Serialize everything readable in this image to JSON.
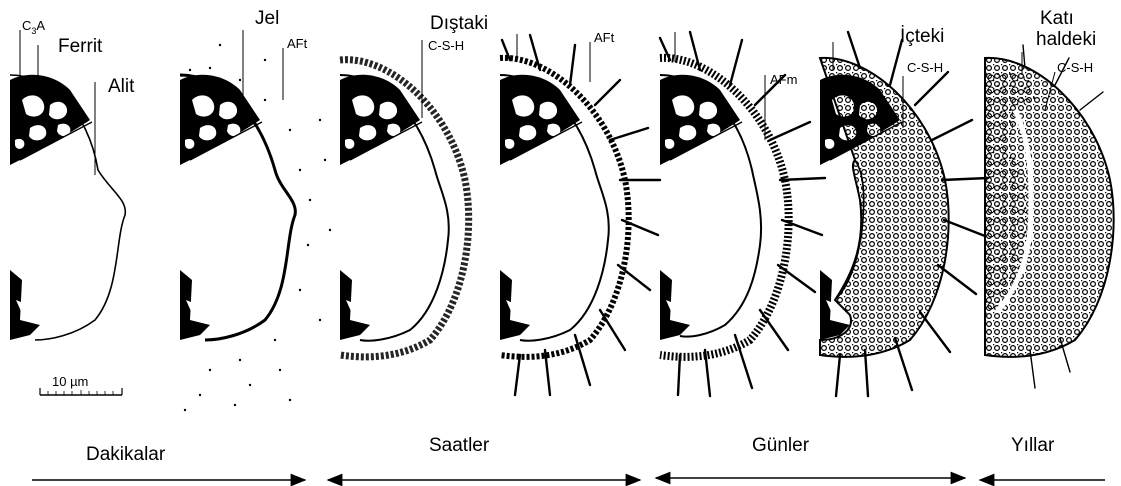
{
  "labels": {
    "c3a": "C3A",
    "ferrit": "Ferrit",
    "alit": "Alit",
    "jel": "Jel",
    "aft1": "AFt",
    "distaki": "Dıştaki",
    "csh1": "C-S-H",
    "aft2": "AFt",
    "afm": "AFm",
    "icteki": "İçteki",
    "csh2": "C-S-H",
    "kati": "Katı",
    "haldeki": "haldeki",
    "csh3": "C-S-H"
  },
  "scale_bar": "10 µm",
  "timeline": [
    "Dakikalar",
    "Saatler",
    "Günler",
    "Yıllar"
  ]
}
